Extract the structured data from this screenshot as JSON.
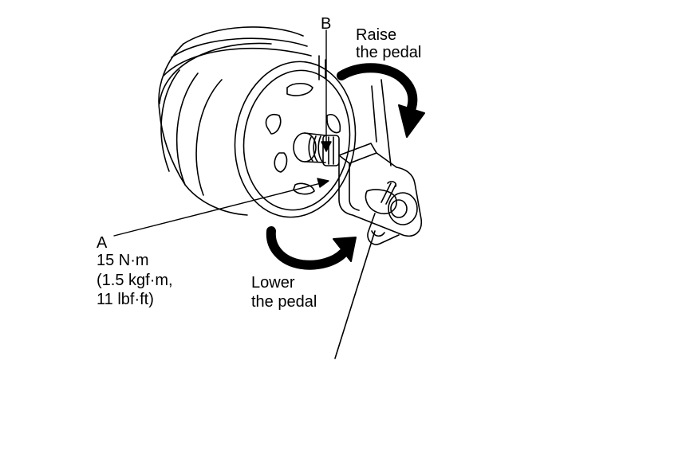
{
  "labels": {
    "b": "B",
    "raise_line1": "Raise",
    "raise_line2": "the pedal",
    "a": "A",
    "torque_nm": "15 N·m",
    "torque_kgf": "(1.5 kgf·m,",
    "torque_lbf": "11 lbf·ft)",
    "lower_line1": "Lower",
    "lower_line2": "the pedal"
  },
  "colors": {
    "ink": "#000000",
    "paper": "#ffffff"
  }
}
